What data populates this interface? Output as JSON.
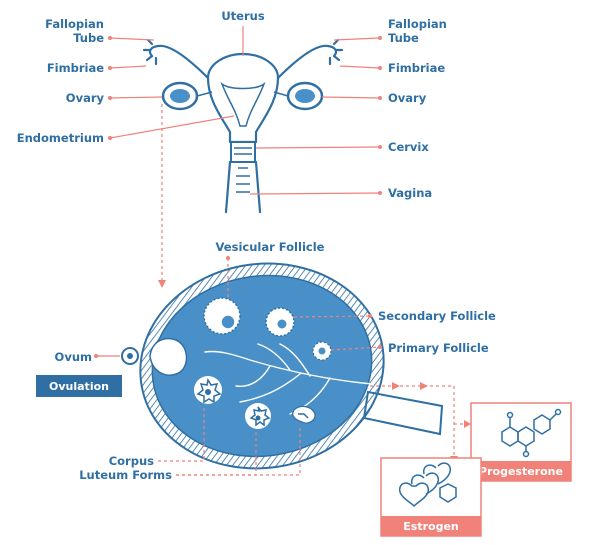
{
  "anatomy": {
    "uterus": "Uterus",
    "fallopian_tube_left": [
      "Fallopian",
      "Tube"
    ],
    "fallopian_tube_right": [
      "Fallopian",
      "Tube"
    ],
    "fimbriae_left": "Fimbriae",
    "fimbriae_right": "Fimbriae",
    "ovary_left": "Ovary",
    "ovary_right": "Ovary",
    "endometrium": "Endometrium",
    "cervix": "Cervix",
    "vagina": "Vagina"
  },
  "ovary_detail": {
    "vesicular_follicle": "Vesicular Follicle",
    "secondary_follicle": "Secondary Follicle",
    "primary_follicle": "Primary Follicle",
    "ovum": "Ovum",
    "ovulation": "Ovulation",
    "corpus_luteum": [
      "Corpus",
      "Luteum Forms"
    ]
  },
  "hormones": {
    "progesterone": "Progesterone",
    "estrogen": "Estrogen"
  },
  "colors": {
    "blue": "#2f6fa3",
    "light_blue": "#4a90c8",
    "coral": "#f0827a",
    "white": "#ffffff"
  }
}
